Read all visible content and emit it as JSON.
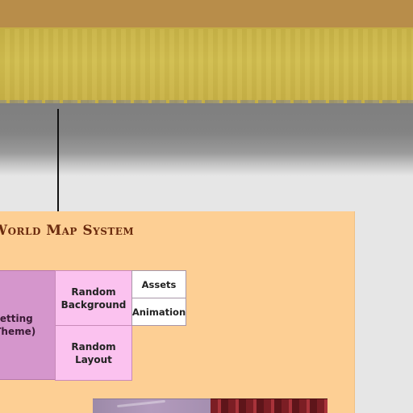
{
  "panel": {
    "title": "World Map System"
  },
  "nodes": {
    "main": "Setting\n(Theme)",
    "random_background": "Random\nBackground",
    "random_layout": "Random\nLayout",
    "assets": "Assets",
    "animation": "Animation"
  },
  "colors": {
    "top_band": "#b88d4a",
    "yellow_band": "#d2be4f",
    "gray_band": "#838383",
    "panel": "#fdcf94",
    "title": "#6b2b0e",
    "main_box": "#d596cc",
    "sub_box": "#fbc2ef",
    "leaf_box": "#ffffff"
  }
}
